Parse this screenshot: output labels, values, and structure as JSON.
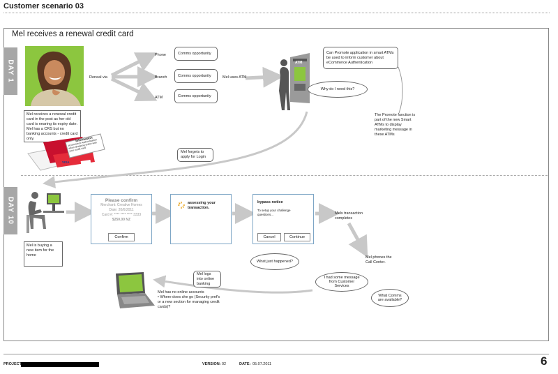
{
  "page_title": "Customer scenario 03",
  "heading": "Mel receives a renewal credit card",
  "days": [
    "DAY 1",
    "DAY 10"
  ],
  "day1": {
    "caption": "Mel receives a renewal credit card in the post as her old card is nearing its expiry date. Mel has a CRS but no banking accounts - credit card only.",
    "reneal_via": "Reneal via",
    "channels": [
      {
        "label": "Phone",
        "box": "Comms opportunity"
      },
      {
        "label": "Branch",
        "box": "Comms opportunity"
      },
      {
        "label": "ATM",
        "box": "Comms opportunity"
      }
    ],
    "mel_uses_atm": "Mel uses ATM",
    "atm_sign": "ATM",
    "promote_box": "Can Promote application in smart ATMs be used to inform customer about eCommerce Authentication",
    "why_bubble": "Why do I need this?",
    "promote_note": "The Promote function is part of the new Smart ATMs to display marketing message in these ATMs",
    "forgets": "Mel forgets to apply for Login",
    "card_brand": "Westpac",
    "visa": "VISA",
    "info_label": "Information",
    "info_text": "eCommerce Authentication when shopping online with your credit card"
  },
  "day10": {
    "caption": "Mel is buying a new item for the home",
    "confirm": {
      "title": "Please confirm",
      "merchant": "Merchant: Creative Homes",
      "date": "Date: 20/6/2011",
      "card": "Card #: **** **** **** 3333",
      "amount": "$250.00 NZ",
      "button": "Confirm"
    },
    "assessing": "assessing your transaction.",
    "bypass": {
      "title": "bypass notice",
      "text": "To setup your challenge questions...",
      "cancel": "Cancel",
      "continue": "Continue"
    },
    "what_happened": "What just happened?",
    "completes": "Mels transaction completes",
    "phones": "Mel phones the Call Center.",
    "message_bubble": "I had some message from Customer Services",
    "what_comms": "What Comms are available?",
    "logs_in": "Mel logs into online banking",
    "no_accounts": "Mel has no online accounts",
    "bullet": "• Where does she go (Security pref's or a new section for managing credit cards)?"
  },
  "footer": {
    "project_label": "PROJECT",
    "version_label": "VERSION:",
    "version": "02",
    "date_label": "DATE:",
    "date": "05.07.2011",
    "page_number": "6"
  },
  "colors": {
    "accent_green": "#8cc63f",
    "screen_border": "#7ea6c6",
    "day_tab": "#a7a7a7"
  }
}
